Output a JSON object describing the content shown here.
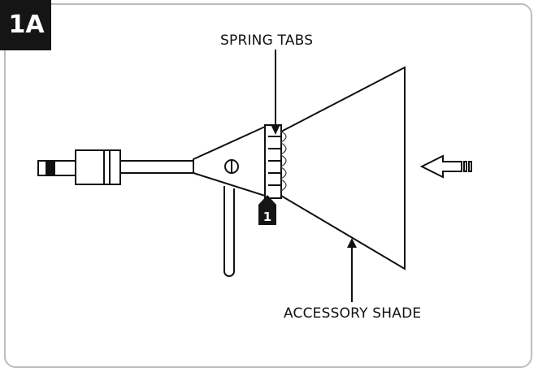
{
  "figure": {
    "step_label": "1A",
    "callout_number": "1"
  },
  "labels": {
    "spring_tabs": "SPRING TABS",
    "accessory_shade": "ACCESSORY SHADE"
  },
  "colors": {
    "line": "#111111",
    "frame": "#bdbdbd",
    "badge": "#151515"
  },
  "icons": {
    "direction_arrow": "arrow-left-icon"
  }
}
